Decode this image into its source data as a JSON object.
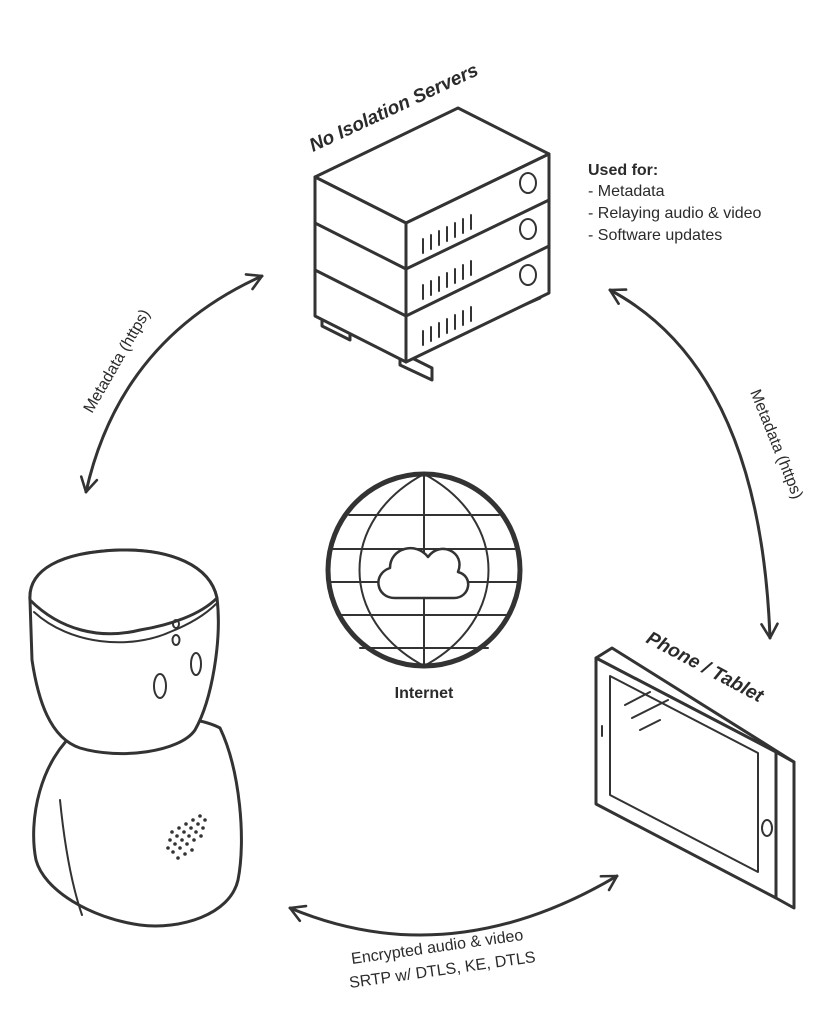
{
  "servers": {
    "title": "No Isolation Servers",
    "used_for_heading": "Used for:",
    "used_for_items": [
      "- Metadata",
      "- Relaying audio & video",
      "- Software updates"
    ]
  },
  "internet": {
    "label": "Internet"
  },
  "device": {
    "label": "Phone / Tablet"
  },
  "links": {
    "left": "Metadata (https)",
    "right": "Metadata (https)",
    "bottom_line1": "Encrypted audio &  video",
    "bottom_line2": "SRTP w/ DTLS, KE, DTLS"
  },
  "icons": [
    "server-rack-icon",
    "globe-cloud-icon",
    "robot-avatar-icon",
    "tablet-icon",
    "double-arrow-icon"
  ],
  "colors": {
    "stroke": "#333333",
    "background": "#ffffff"
  }
}
